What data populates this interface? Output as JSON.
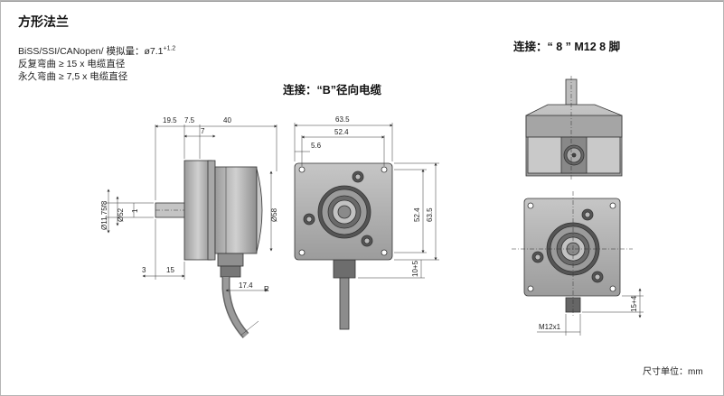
{
  "title": "方形法兰",
  "specs": {
    "line1": "BiSS/SSI/CANopen/ 模拟量：ø7.1",
    "line1_sup": "+1.2",
    "line2": "反复弯曲 ≥ 15 x 电缆直径",
    "line3": "永久弯曲 ≥ 7,5 x 电缆直径"
  },
  "sections": {
    "radial": "连接：“B”径向电缆",
    "m12": "连接：“ 8 ” M12 8 脚"
  },
  "unit_note": "尺寸单位：mm",
  "dimensions": {
    "side_top_1": "19.5",
    "side_top_2": "7.5",
    "side_top_3": "40",
    "side_top_4": "7",
    "shaft_dia": "Ø11.75f8",
    "pilot_dia": "Ø52",
    "shaft_small": "1",
    "body_dia": "Ø58",
    "side_bottom_1": "3",
    "side_bottom_2": "15",
    "cable_offset": "17.4",
    "cable_radius": "R",
    "front_width": "63.5",
    "front_holes": "52.4",
    "front_offset": "5.6",
    "front_h1": "52.4",
    "front_h2": "63.5",
    "front_cable": "10+5",
    "m12_thread": "M12x1",
    "m12_len": "15+4"
  },
  "colors": {
    "body_gray": "#b3b3b3",
    "line": "#333333",
    "text": "#222222"
  }
}
